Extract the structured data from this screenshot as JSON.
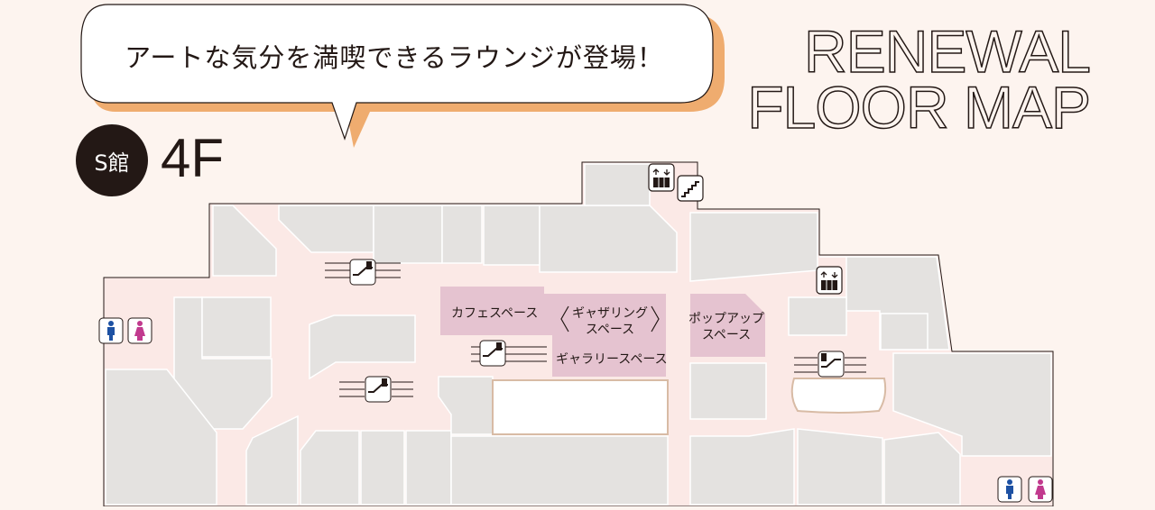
{
  "speech_bubble": {
    "text": "アートな気分を満喫できるラウンジが登場！"
  },
  "title": {
    "line1": "RENEWAL",
    "line2": "FLOOR MAP"
  },
  "building": {
    "name": "S館",
    "floor": "4F"
  },
  "areas": {
    "cafe_space": "カフェスペース",
    "gathering_space_line1": "ギャザリング",
    "gathering_space_line2": "スペース",
    "gallery_space": "ギャラリースペース",
    "popup_space_line1": "ポップアップ",
    "popup_space_line2": "スペース"
  },
  "colors": {
    "background": "#fdf4ef",
    "corridor": "#fbe9e6",
    "store": "#e4e2e0",
    "new_area": "#e5c3d0",
    "accent_shadow": "#efac6f",
    "text": "#231815",
    "men_restroom": "#1d51a3",
    "women_restroom": "#c13a8e"
  },
  "icons": [
    "escalator-icon",
    "elevator-icon",
    "stairs-icon",
    "mens-restroom-icon",
    "womens-restroom-icon"
  ]
}
